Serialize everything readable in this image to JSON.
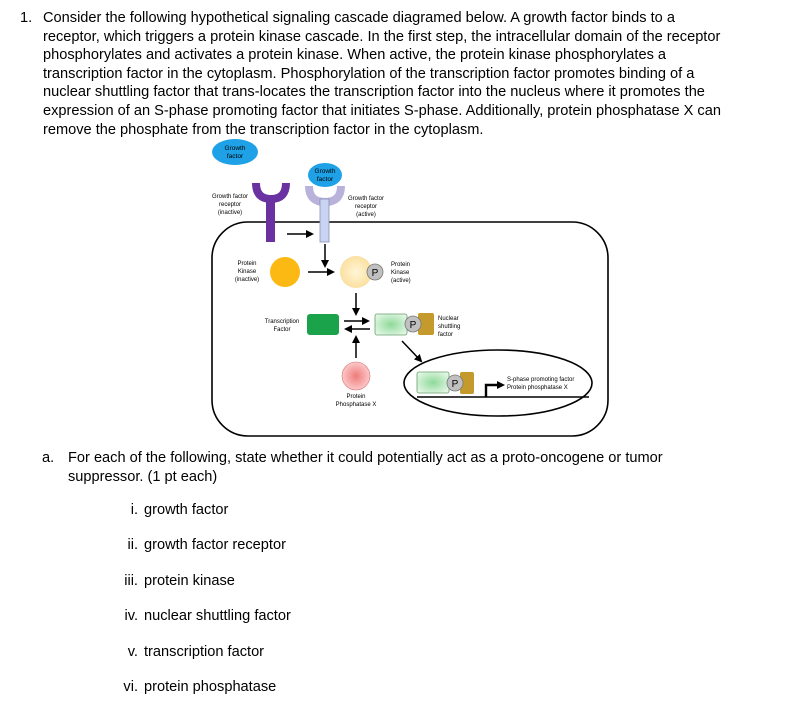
{
  "question": {
    "number": "1.",
    "lines": [
      "Consider the following hypothetical signaling cascade diagramed below. A growth factor binds to a",
      "receptor, which triggers a protein kinase cascade.  In the first step, the intracellular domain of the receptor",
      "phosphorylates and activates a protein kinase.  When active, the protein kinase phosphorylates a",
      "transcription factor in the cytoplasm.  Phosphorylation of the transcription factor promotes binding of a",
      "nuclear shuttling factor that trans-locates the transcription factor into the nucleus where it promotes the",
      "expression of an S-phase promoting factor that initiates S-phase.  Additionally, protein phosphatase X can",
      "remove the phosphate from the transcription factor in the cytoplasm."
    ]
  },
  "diagram": {
    "growth_factor_1": [
      "Growth",
      "factor"
    ],
    "growth_factor_2": [
      "Growth",
      "factor"
    ],
    "receptor_inactive": [
      "Growth factor",
      "receptor",
      "(inactive)"
    ],
    "receptor_active": [
      "Growth factor",
      "receptor",
      "(active)"
    ],
    "kinase_inactive": [
      "Protein",
      "Kinase",
      "(inactive)"
    ],
    "kinase_active": [
      "Protein",
      "Kinase",
      "(active)"
    ],
    "transcription_factor": [
      "Transcription",
      "Factor"
    ],
    "nuclear_shuttling": [
      "Nuclear",
      "shuttling",
      "factor"
    ],
    "phosphatase": [
      "Protein",
      "Phosphatase X"
    ],
    "gene_labels": [
      "S-phase promoting factor",
      "Protein phosphatase X"
    ],
    "phosphate_symbol": "P",
    "colors": {
      "growth_factor": "#1ea1e6",
      "receptor_inactive": "#6a32a0",
      "receptor_active": "#b9b3dc",
      "receptor_active_stem": "#c9d3f2",
      "kinase_inactive": "#fdb913",
      "kinase_active": "#fbe7a6",
      "transcription_factor": "#1aa34a",
      "transcription_factor_active": "#b7e8bd",
      "shuttling_factor": "#c49a2c",
      "phosphatase": "#f4a6a6",
      "phosphate": "#c0c0c0"
    }
  },
  "part_a": {
    "label": "a.",
    "lines": [
      "For each of the following, state whether it could potentially act as a proto-oncogene or tumor",
      "suppressor. (1 pt each)"
    ],
    "items": [
      {
        "num": "i.",
        "text": "growth factor"
      },
      {
        "num": "ii.",
        "text": "growth factor receptor"
      },
      {
        "num": "iii.",
        "text": "protein kinase"
      },
      {
        "num": "iv.",
        "text": "nuclear shuttling factor"
      },
      {
        "num": "v.",
        "text": "transcription factor"
      },
      {
        "num": "vi.",
        "text": "protein phosphatase"
      }
    ]
  }
}
